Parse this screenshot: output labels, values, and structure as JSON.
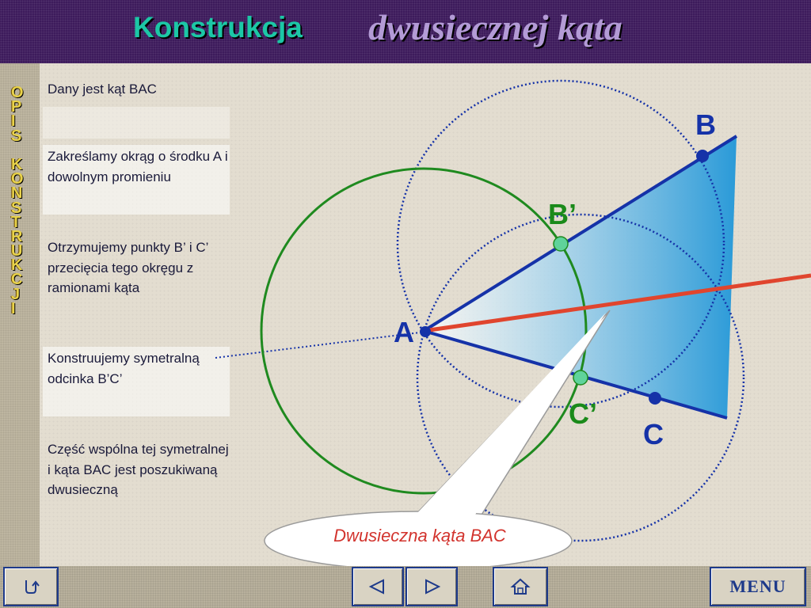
{
  "header": {
    "title_part1": "Konstrukcja",
    "title_part2": "dwusiecznej kąta"
  },
  "sidebar": {
    "letters": [
      "O",
      "P",
      "I",
      "S",
      "",
      "K",
      "O",
      "N",
      "S",
      "T",
      "R",
      "U",
      "K",
      "C",
      "J",
      "I"
    ]
  },
  "steps": [
    {
      "text": "Dany jest kąt BAC"
    },
    {
      "text": "Zakreślamy okrąg o środku A  i dowolnym promieniu"
    },
    {
      "text": "Otrzymujemy punkty B’ i C’ przecięcia tego okręgu z ramionami kąta"
    },
    {
      "text": "Konstruujemy symetralną odcinka B’C’"
    },
    {
      "text": "Część wspólna tej symetralnej i kąta BAC jest poszukiwaną dwusieczną"
    }
  ],
  "diagram": {
    "labels": {
      "A": "A",
      "B": "B",
      "C": "C",
      "B_prime": "B’",
      "C_prime": "C’"
    },
    "callout": "Dwusieczna kąta BAC",
    "colors": {
      "arms": "#1532a8",
      "bisector": "#e0452e",
      "circle": "#1f8a1f",
      "dotted_circles": "#1532a8",
      "prime_points": "#5fd39b",
      "prime_labels": "#1a8a1a",
      "angle_fill": "#2a9ad8"
    }
  },
  "footer": {
    "back_icon": "return-arrow-icon",
    "prev_icon": "triangle-left-icon",
    "next_icon": "triangle-right-icon",
    "home_icon": "home-icon",
    "menu_label": "MENU"
  }
}
